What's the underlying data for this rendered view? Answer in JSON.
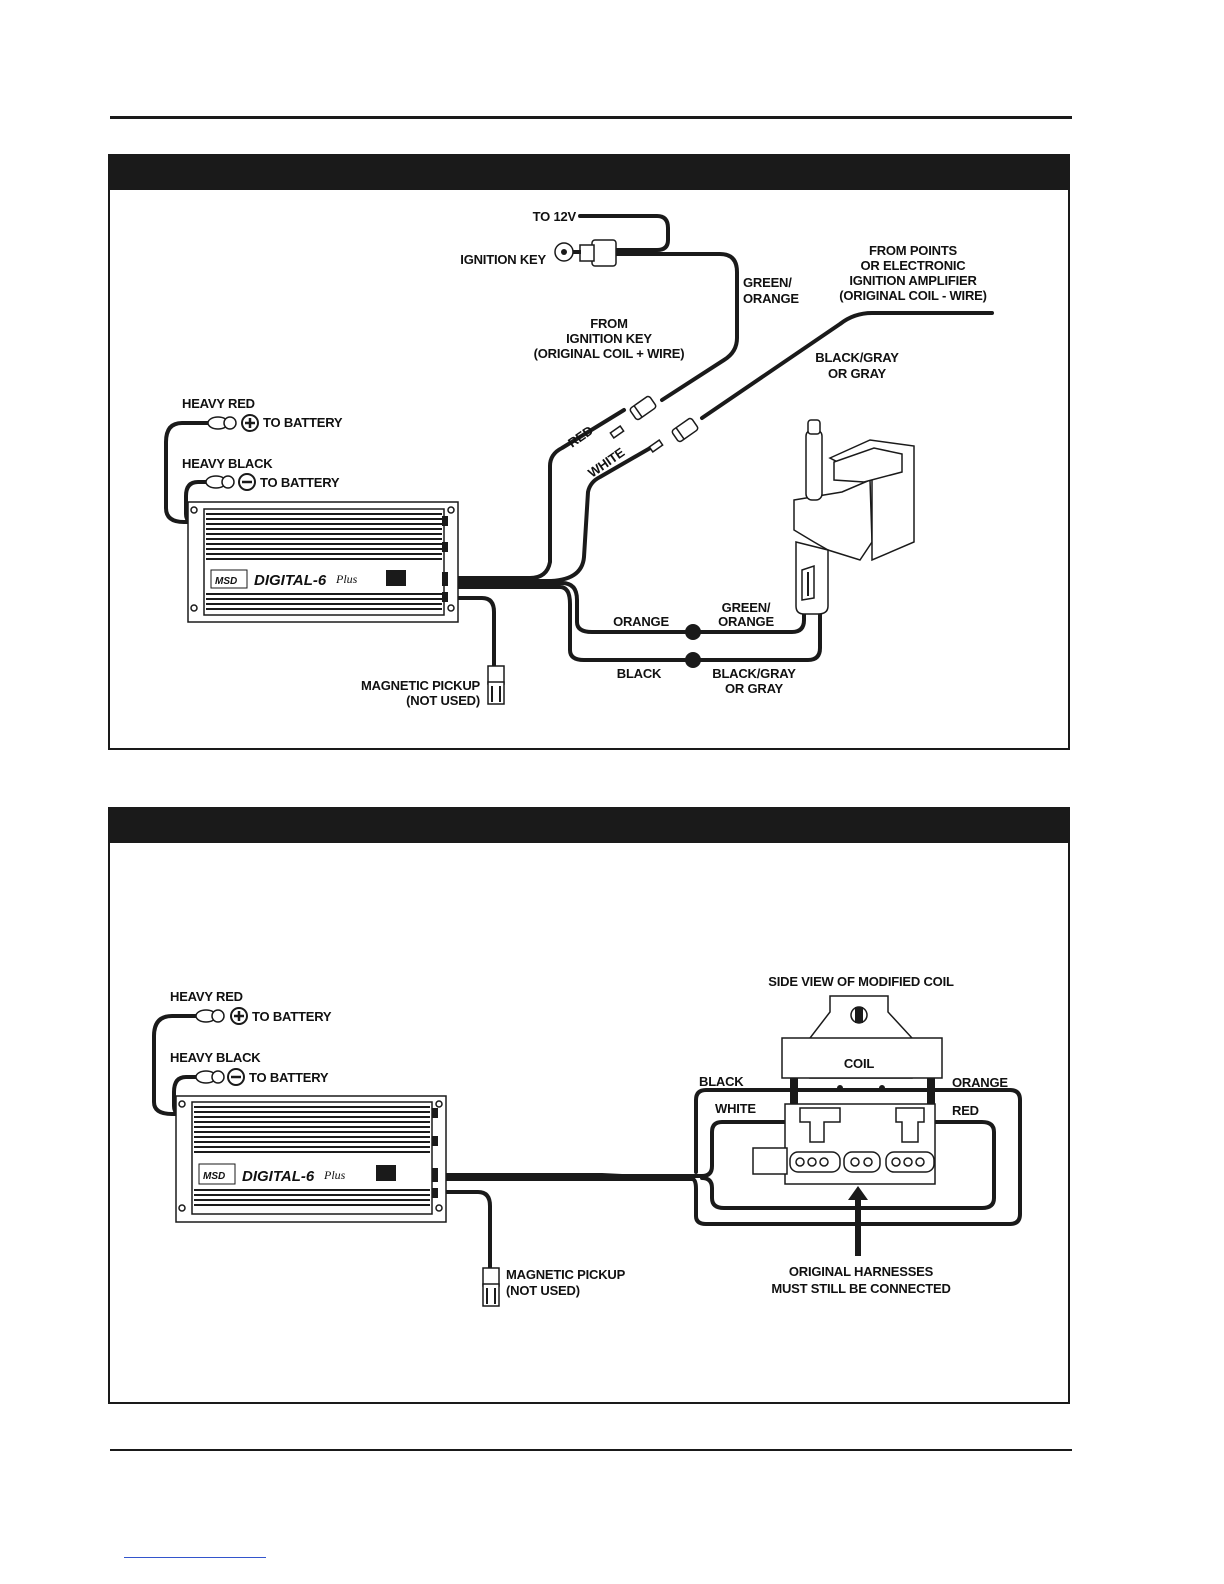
{
  "top_panel": {
    "box": {
      "brand": "DIGITAL-6",
      "brand_suffix": "Plus",
      "logo": "MSD"
    },
    "labels": {
      "to_12v": "TO 12V",
      "ignition_key": "IGNITION KEY",
      "green_orange_1": "GREEN/",
      "green_orange_2": "ORANGE",
      "from_points_1": "FROM POINTS",
      "from_points_2": "OR ELECTRONIC",
      "from_points_3": "IGNITION AMPLIFIER",
      "from_points_4": "(ORIGINAL COIL - WIRE)",
      "from_key_1": "FROM",
      "from_key_2": "IGNITION KEY",
      "from_key_3": "(ORIGINAL COIL + WIRE)",
      "black_gray_1": "BLACK/GRAY",
      "black_gray_2": "OR GRAY",
      "heavy_red": "HEAVY RED",
      "to_battery_pos": "TO BATTERY",
      "heavy_black": "HEAVY BLACK",
      "to_battery_neg": "TO BATTERY",
      "red": "RED",
      "white": "WHITE",
      "orange": "ORANGE",
      "coil_green_orange_1": "GREEN/",
      "coil_green_orange_2": "ORANGE",
      "black": "BLACK",
      "coil_black_gray_1": "BLACK/GRAY",
      "coil_black_gray_2": "OR GRAY",
      "mag_pickup_1": "MAGNETIC PICKUP",
      "mag_pickup_2": "(NOT USED)"
    }
  },
  "bottom_panel": {
    "box": {
      "brand": "DIGITAL-6",
      "brand_suffix": "Plus",
      "logo": "MSD"
    },
    "labels": {
      "heavy_red": "HEAVY RED",
      "to_battery_pos": "TO BATTERY",
      "heavy_black": "HEAVY BLACK",
      "to_battery_neg": "TO BATTERY",
      "side_view": "SIDE VIEW OF MODIFIED COIL",
      "coil": "COIL",
      "black": "BLACK",
      "orange": "ORANGE",
      "white": "WHITE",
      "red": "RED",
      "mag_pickup_1": "MAGNETIC PICKUP",
      "mag_pickup_2": "(NOT USED)",
      "harness_1": "ORIGINAL HARNESSES",
      "harness_2": "MUST STILL BE CONNECTED"
    }
  },
  "icons": [
    "ignition-key-icon",
    "plus-terminal-icon",
    "minus-terminal-icon",
    "coil-icon",
    "connector-icon",
    "arrow-up-icon"
  ]
}
